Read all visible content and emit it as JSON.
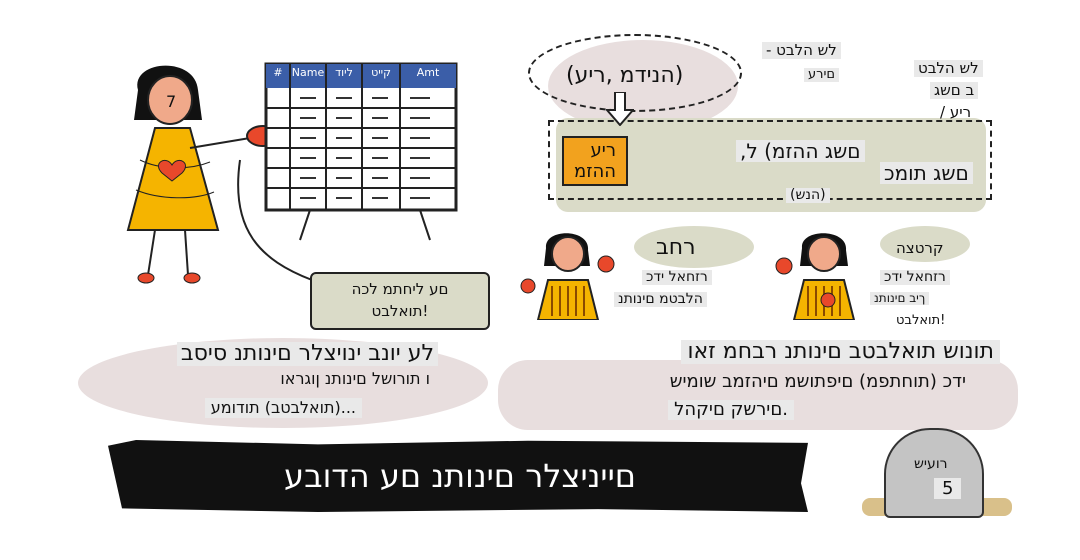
{
  "top_right": {
    "ellipse_label": "(הנידמ ,ריע)",
    "note_1_line1": "לש הלבט -",
    "note_1_line2": "םירע",
    "note_2_line1": "לש הלבט",
    "note_2_line2": "ב םשג",
    "note_2_line3": "ריע /",
    "orange_box": "ריע ההזמ",
    "rain_id_line": "םשג ההזמ) ל,",
    "rain_support": "םשג תומכ",
    "year": "(הנש)"
  },
  "middle_right": {
    "left_person_title": "רחב",
    "left_person_sub1": "רזחאל ידכ",
    "left_person_sub2": "הלבטמ םינותנ",
    "right_person_title": "קרטצה",
    "right_person_sub1": "רזחאל ידכ",
    "right_person_sub2": "ךיב םינותנ",
    "right_person_sub3": "!תואלבט"
  },
  "left": {
    "speech_line1": "םע ליחתמ לכה",
    "speech_line2": "!תואלבט",
    "table_headers": [
      "#",
      "Name",
      "ליוד",
      "קייט",
      "Amt"
    ],
    "person_number": "7"
  },
  "captions": {
    "left_line1": "לע יונב ינויצלר םינותנ סיסב",
    "left_line2": "ו תורושל םינותנ ןוגראו",
    "left_line3": "...(תואלבטב) תודומע",
    "right_line1": "תונוש תואלבטב םינותנ רבחמ זאו",
    "right_line2": "ידכ (תוחתפמ) םיפתושמ םיהזמב שומיש",
    "right_line3": ".םירשק םיקהל"
  },
  "footer": {
    "banner_title": "םייניצלר םינותנ םע הדובע",
    "tombstone_line1": "רועיש",
    "tombstone_line2": "5"
  },
  "colors": {
    "orange": "#f2a21e",
    "yellow_dress": "#f5b400",
    "red_accent": "#e8482b",
    "skin": "#f0a98a",
    "olive_highlight": "#dadbc8",
    "pink_highlight": "#e8dede",
    "banner": "#111111"
  }
}
